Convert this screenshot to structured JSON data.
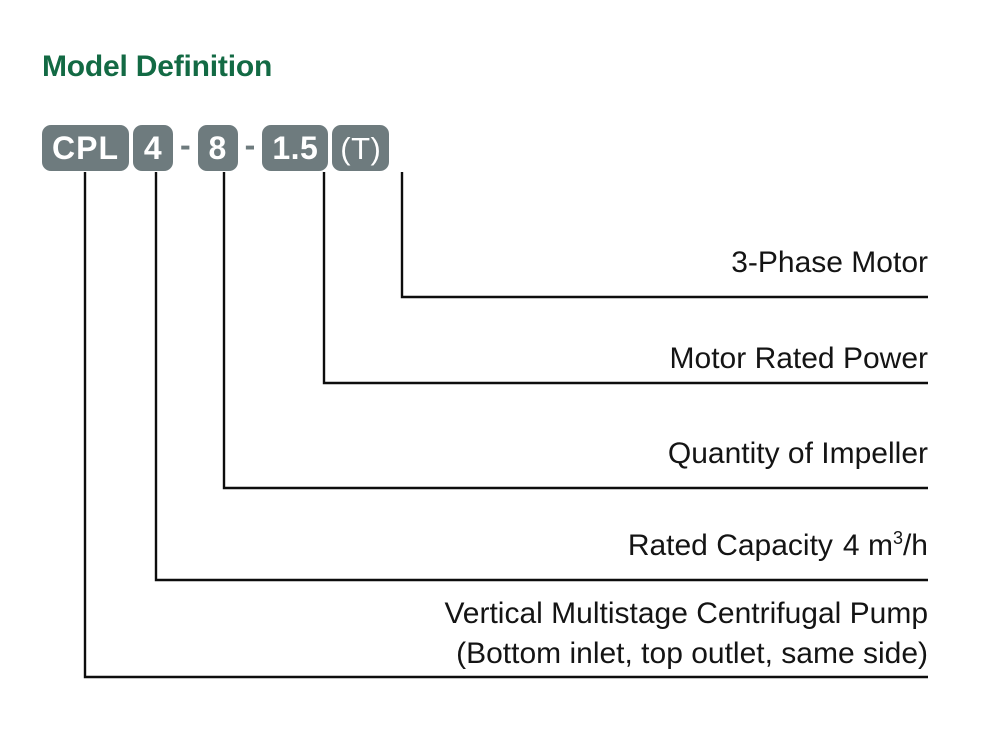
{
  "page": {
    "title": "Model Definition",
    "title_color": "#136a44",
    "chip_color": "#6e7b7e",
    "line_color": "#0d0d0d",
    "background": "#ffffff"
  },
  "model_code": {
    "segments": [
      {
        "type": "chip",
        "text": "CPL",
        "name": "series"
      },
      {
        "type": "chip",
        "text": "4",
        "name": "rated-capacity"
      },
      {
        "type": "sep",
        "text": "-",
        "name": "separator-1"
      },
      {
        "type": "chip",
        "text": "8",
        "name": "impeller-quantity"
      },
      {
        "type": "sep",
        "text": "-",
        "name": "separator-2"
      },
      {
        "type": "chip",
        "text": "1.5",
        "name": "motor-power"
      },
      {
        "type": "chip",
        "text": "(T)",
        "name": "phase"
      }
    ]
  },
  "callouts": [
    {
      "id": "phase",
      "lines": [
        "3-Phase Motor"
      ],
      "value_number": "",
      "value_unit": ""
    },
    {
      "id": "motor-power",
      "lines": [
        "Motor Rated Power"
      ],
      "value_number": "",
      "value_unit": ""
    },
    {
      "id": "impeller-quantity",
      "lines": [
        "Quantity of Impeller"
      ],
      "value_number": "",
      "value_unit": ""
    },
    {
      "id": "rated-capacity",
      "lines": [
        "Rated Capacity"
      ],
      "value_number": "4",
      "value_unit_prefix": "m",
      "value_unit_sup": "3",
      "value_unit_suffix": "/h"
    },
    {
      "id": "series",
      "lines": [
        "Vertical Multistage Centrifugal Pump",
        "(Bottom inlet, top outlet, same side)"
      ],
      "value_number": "",
      "value_unit": ""
    }
  ]
}
